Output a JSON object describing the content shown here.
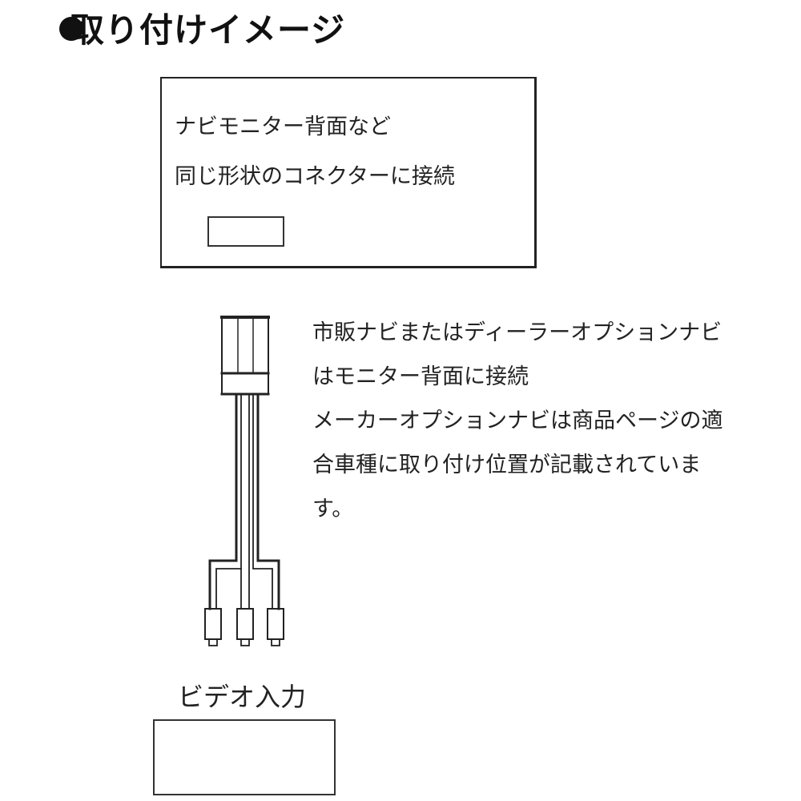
{
  "header": {
    "bullet_icon": "filled-circle",
    "title": "取り付けイメージ"
  },
  "monitor_box": {
    "line1": "ナビモニター背面など",
    "line2": "同じ形状のコネクターに接続",
    "port_shape": "rectangle-connector"
  },
  "cable_diagram": {
    "connector": "multi-pin-connector",
    "wires": 3,
    "plugs": [
      "rca-plug-left",
      "rca-plug-middle",
      "rca-plug-right"
    ]
  },
  "description": {
    "lines": [
      "市販ナビまたはディーラーオプションナビ",
      "はモニター背面に接続",
      "メーカーオプションナビは商品ページの適",
      "合車種に取り付け位置が記載されていま",
      "す。"
    ]
  },
  "video_input": {
    "label": "ビデオ入力"
  },
  "colors": {
    "background": "#ffffff",
    "line": "#222222",
    "text": "#1a1a1a"
  }
}
